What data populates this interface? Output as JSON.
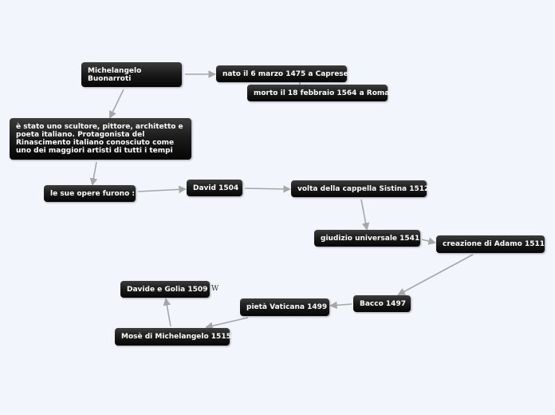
{
  "nodes": {
    "michelangelo": "Michelangelo Buonarroti",
    "nato": "nato il 6 marzo 1475 a Caprese",
    "morto": "morto il 18 febbraio 1564 a Roma",
    "descrizione": "è stato uno scultore, pittore, architetto e poeta italiano. Protagonista del Rinascimento italiano conosciuto come uno dei maggiori artisti di tutti i tempi",
    "opere": "le sue opere furono :",
    "david": "David 1504",
    "volta": "volta della cappella Sistina 1512",
    "giudizio": "giudizio universale 1541",
    "creazione": "creazione di Adamo 1511",
    "bacco": "Bacco 1497",
    "pieta": "pietà Vaticana 1499",
    "mose": "Mosè di Michelangelo 1515",
    "davide": "Davide e Golia 1509"
  },
  "marker": "W",
  "colors": {
    "background": "#f3f5fd",
    "node": "#1c1c1c",
    "node_text": "#ffffff",
    "edge": "#a6a6a6"
  }
}
